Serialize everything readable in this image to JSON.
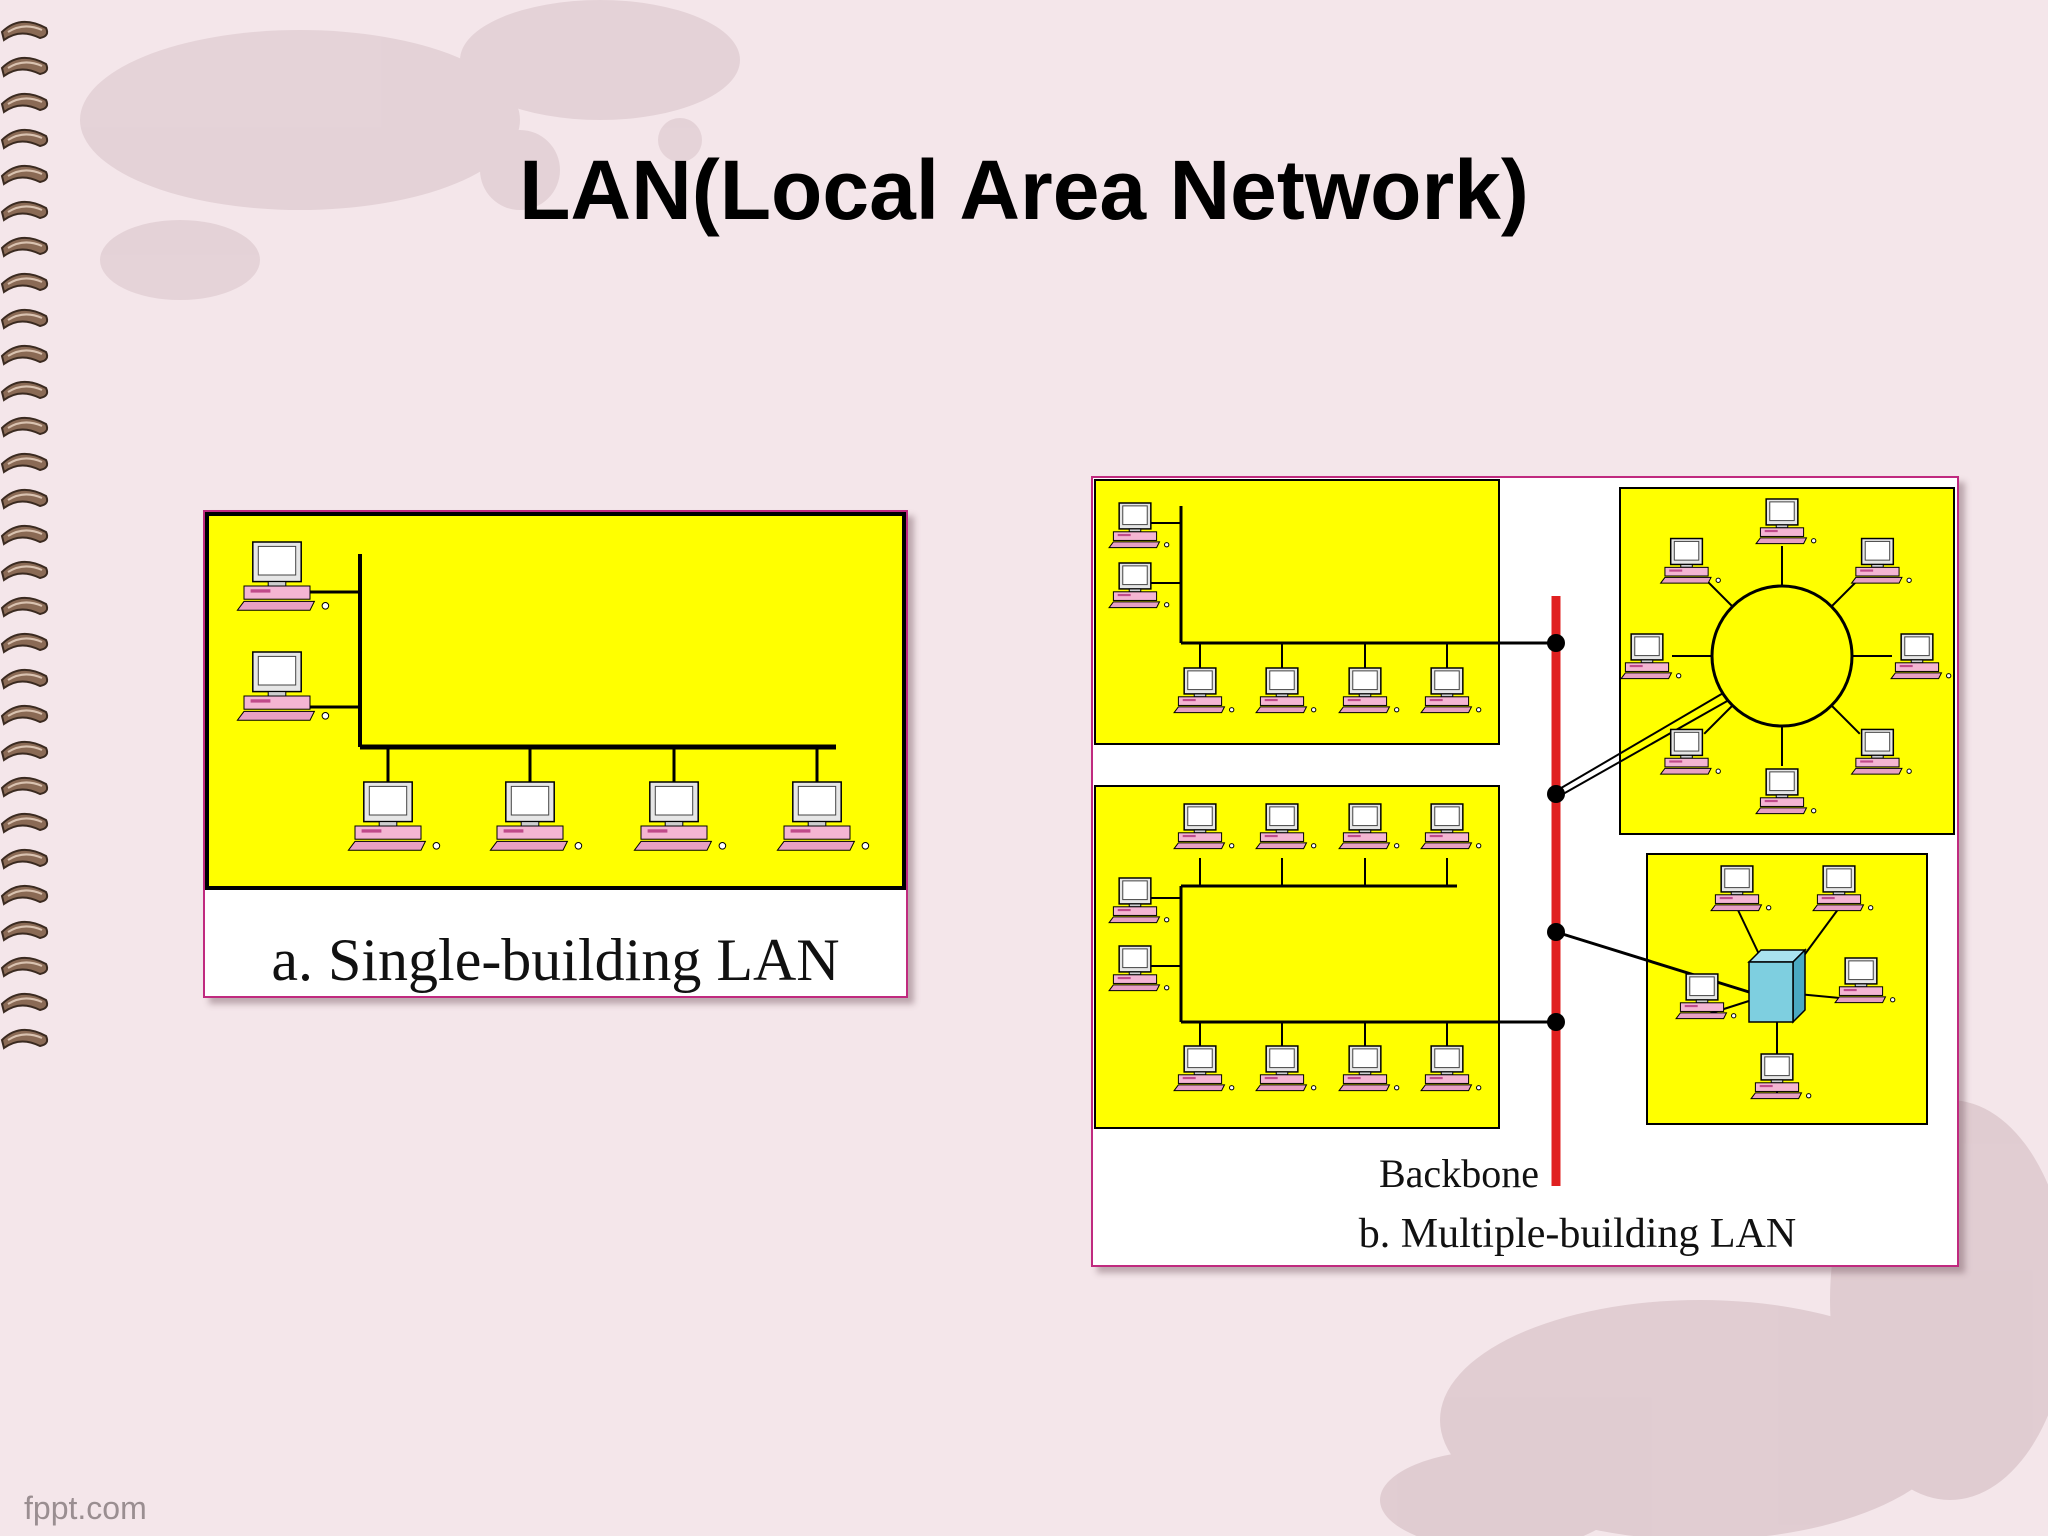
{
  "slide": {
    "title": "LAN(Local Area Network)",
    "watermark": "fppt.com"
  },
  "figure_a": {
    "caption": "a. Single-building LAN"
  },
  "figure_b": {
    "caption": "b. Multiple-building LAN",
    "backbone_label": "Backbone"
  },
  "colors": {
    "background": "#f4e6ea",
    "building_fill": "#ffff00",
    "backbone": "#e02020",
    "hub": "#7ecfe0",
    "frame": "#c02a7f"
  }
}
